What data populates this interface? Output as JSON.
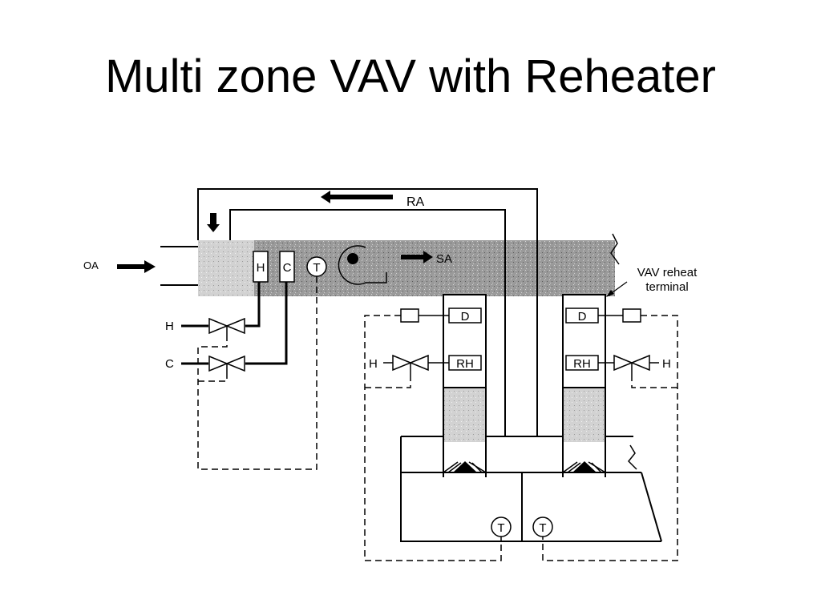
{
  "slide": {
    "title": "Multi zone VAV with Reheater"
  },
  "diagram": {
    "labels": {
      "ra": "RA",
      "sa": "SA",
      "oa": "OA",
      "heating_coil": "H",
      "cooling_coil": "C",
      "thermostat": "T",
      "hot_water": "H",
      "chilled_water": "C",
      "damper": "D",
      "reheat": "RH",
      "vav_terminal_line1": "VAV reheat",
      "vav_terminal_line2": "terminal"
    }
  }
}
